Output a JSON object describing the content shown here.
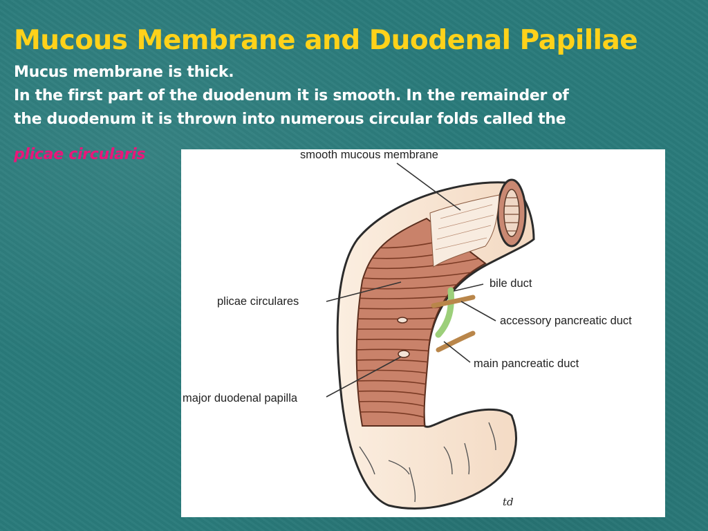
{
  "slide": {
    "title": "Mucous Membrane and Duodenal Papillae",
    "lines": [
      "Mucus membrane is thick.",
      "In the first part of the duodenum it is smooth. In the remainder of",
      "the duodenum it is thrown into numerous circular folds called the"
    ],
    "highlight": "plicae circularis"
  },
  "figure": {
    "labels": {
      "smooth": "smooth mucous membrane",
      "bile": "bile duct",
      "plicae": "plicae circulares",
      "accessory": "accessory pancreatic duct",
      "main": "main pancreatic duct",
      "papilla": "major duodenal papilla"
    },
    "signature": "td"
  },
  "colors": {
    "background": "#2a7b7b",
    "title": "#ffd21a",
    "body_text": "#ffffff",
    "highlight": "#e8177a",
    "mucosa": "#c9826a",
    "bile_duct": "#9ccf7a",
    "pancreatic_duct": "#b9864a"
  }
}
